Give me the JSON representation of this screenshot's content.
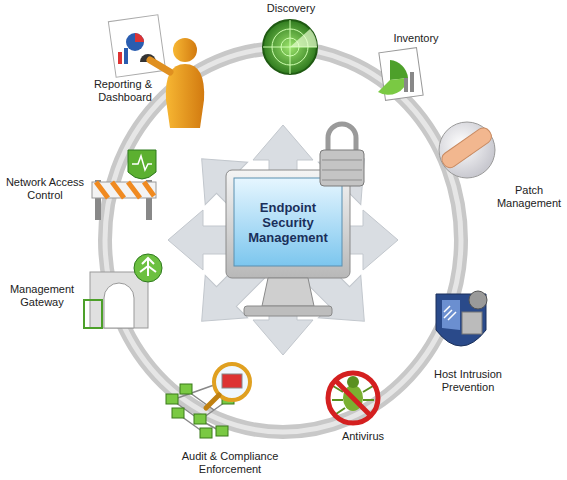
{
  "diagram": {
    "nodes": [
      {
        "text": [
          "Endpoint Security Management"
        ]
      }
    ],
    "labels": [
      "Discovery",
      "Inventory",
      "Reporting & Dashboard",
      "Patch Management",
      "Network Access Control",
      "Management Gateway",
      "Host Intrusion Prevention",
      "Antivirus",
      "Audit & Compliance Enforcement"
    ]
  }
}
